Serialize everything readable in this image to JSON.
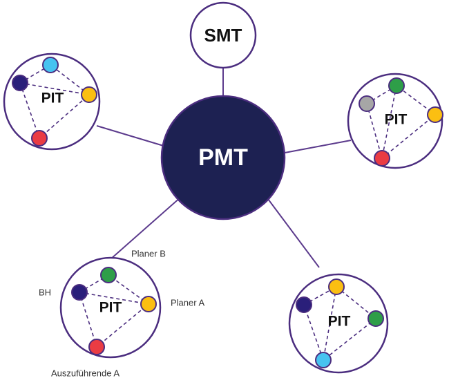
{
  "hub": {
    "label": "PMT",
    "fill": "#1d2152"
  },
  "steering": {
    "label": "SMT"
  },
  "pit_label": "PIT",
  "roles": {
    "bh": "BH",
    "planer_a": "Planer A",
    "planer_b": "Planer B",
    "auszufuehrende_a": "Auszuführende A"
  },
  "colors": {
    "outline": "#4b2d7f",
    "navy": "#2a1f7a",
    "light_blue": "#47c3f0",
    "yellow": "#fbbf12",
    "red": "#ea3c43",
    "green": "#2e9e48",
    "gray": "#a6a6a6"
  },
  "teams": [
    {
      "id": "pit-top-left",
      "members": [
        "navy",
        "light_blue",
        "yellow",
        "red"
      ]
    },
    {
      "id": "pit-right",
      "members": [
        "gray",
        "green",
        "yellow",
        "red"
      ]
    },
    {
      "id": "pit-bottom-left",
      "members": [
        "navy",
        "green",
        "yellow",
        "red"
      ]
    },
    {
      "id": "pit-bottom-right",
      "members": [
        "navy",
        "yellow",
        "green",
        "light_blue"
      ]
    }
  ]
}
